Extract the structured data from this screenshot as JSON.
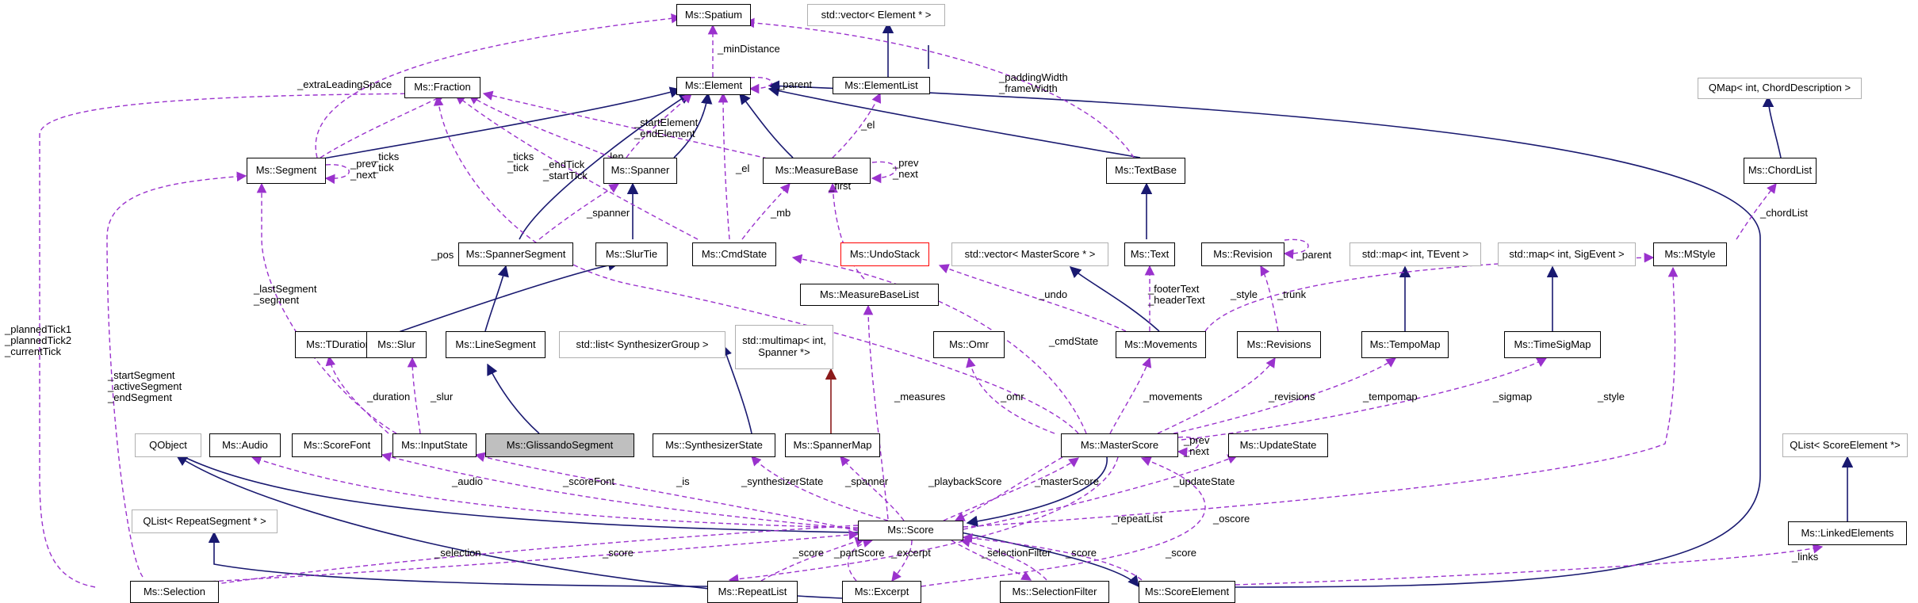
{
  "nodes": {
    "spatium": "Ms::Spatium",
    "vector_element": "std::vector< Element * >",
    "fraction": "Ms::Fraction",
    "element": "Ms::Element",
    "element_list": "Ms::ElementList",
    "qmap_chord": "QMap< int, ChordDescription >",
    "segment": "Ms::Segment",
    "spanner": "Ms::Spanner",
    "measure_base": "Ms::MeasureBase",
    "text_base": "Ms::TextBase",
    "chord_list": "Ms::ChordList",
    "spanner_segment": "Ms::SpannerSegment",
    "slur_tie": "Ms::SlurTie",
    "cmd_state": "Ms::CmdState",
    "undo_stack": "Ms::UndoStack",
    "vector_master_score": "std::vector< MasterScore * >",
    "text": "Ms::Text",
    "revision": "Ms::Revision",
    "map_tevent": "std::map< int, TEvent >",
    "map_sigevent": "std::map< int, SigEvent >",
    "mstyle": "Ms::MStyle",
    "measure_base_list": "Ms::MeasureBaseList",
    "tduration": "Ms::TDuration",
    "slur": "Ms::Slur",
    "line_segment": "Ms::LineSegment",
    "list_synth_group": "std::list< SynthesizerGroup >",
    "multimap_spanner": "std::multimap< int,\nSpanner *>",
    "omr": "Ms::Omr",
    "movements": "Ms::Movements",
    "revisions": "Ms::Revisions",
    "tempo_map": "Ms::TempoMap",
    "time_sig_map": "Ms::TimeSigMap",
    "qobject": "QObject",
    "audio": "Ms::Audio",
    "score_font": "Ms::ScoreFont",
    "input_state": "Ms::InputState",
    "glissando_segment": "Ms::GlissandoSegment",
    "synthesizer_state": "Ms::SynthesizerState",
    "spanner_map": "Ms::SpannerMap",
    "master_score": "Ms::MasterScore",
    "update_state": "Ms::UpdateState",
    "qlist_score_element": "QList< ScoreElement *>",
    "qlist_repeat_segment": "QList< RepeatSegment * >",
    "score": "Ms::Score",
    "linked_elements": "Ms::LinkedElements",
    "selection": "Ms::Selection",
    "repeat_list": "Ms::RepeatList",
    "excerpt": "Ms::Excerpt",
    "selection_filter": "Ms::SelectionFilter",
    "score_element": "Ms::ScoreElement"
  },
  "edge_labels": {
    "min_distance": "_minDistance",
    "parent_element": "_parent",
    "extra_leading_space": "_extraLeadingSpace",
    "padding_width": "_paddingWidth\n_frameWidth",
    "ticks_tick_segment": "_ticks\n_tick",
    "prev_next_segment": "_prev\n_next",
    "ticks_tick_spanner": "_ticks\n_tick",
    "len_tick": "_len\n_tick",
    "start_end_element": "_startElement\n_endElement",
    "end_start_tick": "_endTick\n_startTick",
    "el_cmd": "_el",
    "el_list": "_el",
    "prev_next_measure": "_prev\n_next",
    "spanner_label": "_spanner",
    "mb": "_mb",
    "last_first": "_last\n_first",
    "chord_list_label": "_chordList",
    "parent_revision": "_parent",
    "pos": "_pos",
    "last_segment": "_lastSegment\n_segment",
    "undo": "_undo",
    "footer_header": "_footerText\n_headerText",
    "style_movements": "_style",
    "trunk": "_trunk",
    "cmd_state_label": "_cmdState",
    "planned_tick": "_plannedTick1\n_plannedTick2\n_currentTick",
    "start_segment": "_startSegment\n_activeSegment\n_endSegment",
    "duration": "_duration",
    "slur_label": "_slur",
    "measures": "_measures",
    "omr_label": "_omr",
    "movements_label": "_movements",
    "revisions_label": "_revisions",
    "tempomap": "_tempomap",
    "sigmap": "_sigmap",
    "style_score": "_style",
    "prev_next_master": "_prev\n_next",
    "audio_label": "_audio",
    "score_font_label": "_scoreFont",
    "is_label": "_is",
    "synthesizer_state_label": "_synthesizerState",
    "spanner_map_label": "_spanner",
    "playback_score": "_playbackScore",
    "master_score_label": "_masterScore",
    "update_state_label": "_updateState",
    "repeat_list_label": "_repeatList",
    "oscore": "_oscore",
    "selection_label": "_selection",
    "score_selection": "_score",
    "score_repeat": "_score",
    "part_score": "_partScore",
    "excerpt_label": "_excerpt",
    "selection_filter_label": "_selectionFilter",
    "score_filter": "_score",
    "score_element_label": "_score",
    "links": "_links"
  },
  "colors": {
    "inheritance": "#191970",
    "usage": "#9a32cd",
    "template": "#8b1a1a",
    "external_border": "#b0b0b0",
    "highlight_fill": "#bfbfbf",
    "undo_stack_border": "#ff0000"
  }
}
